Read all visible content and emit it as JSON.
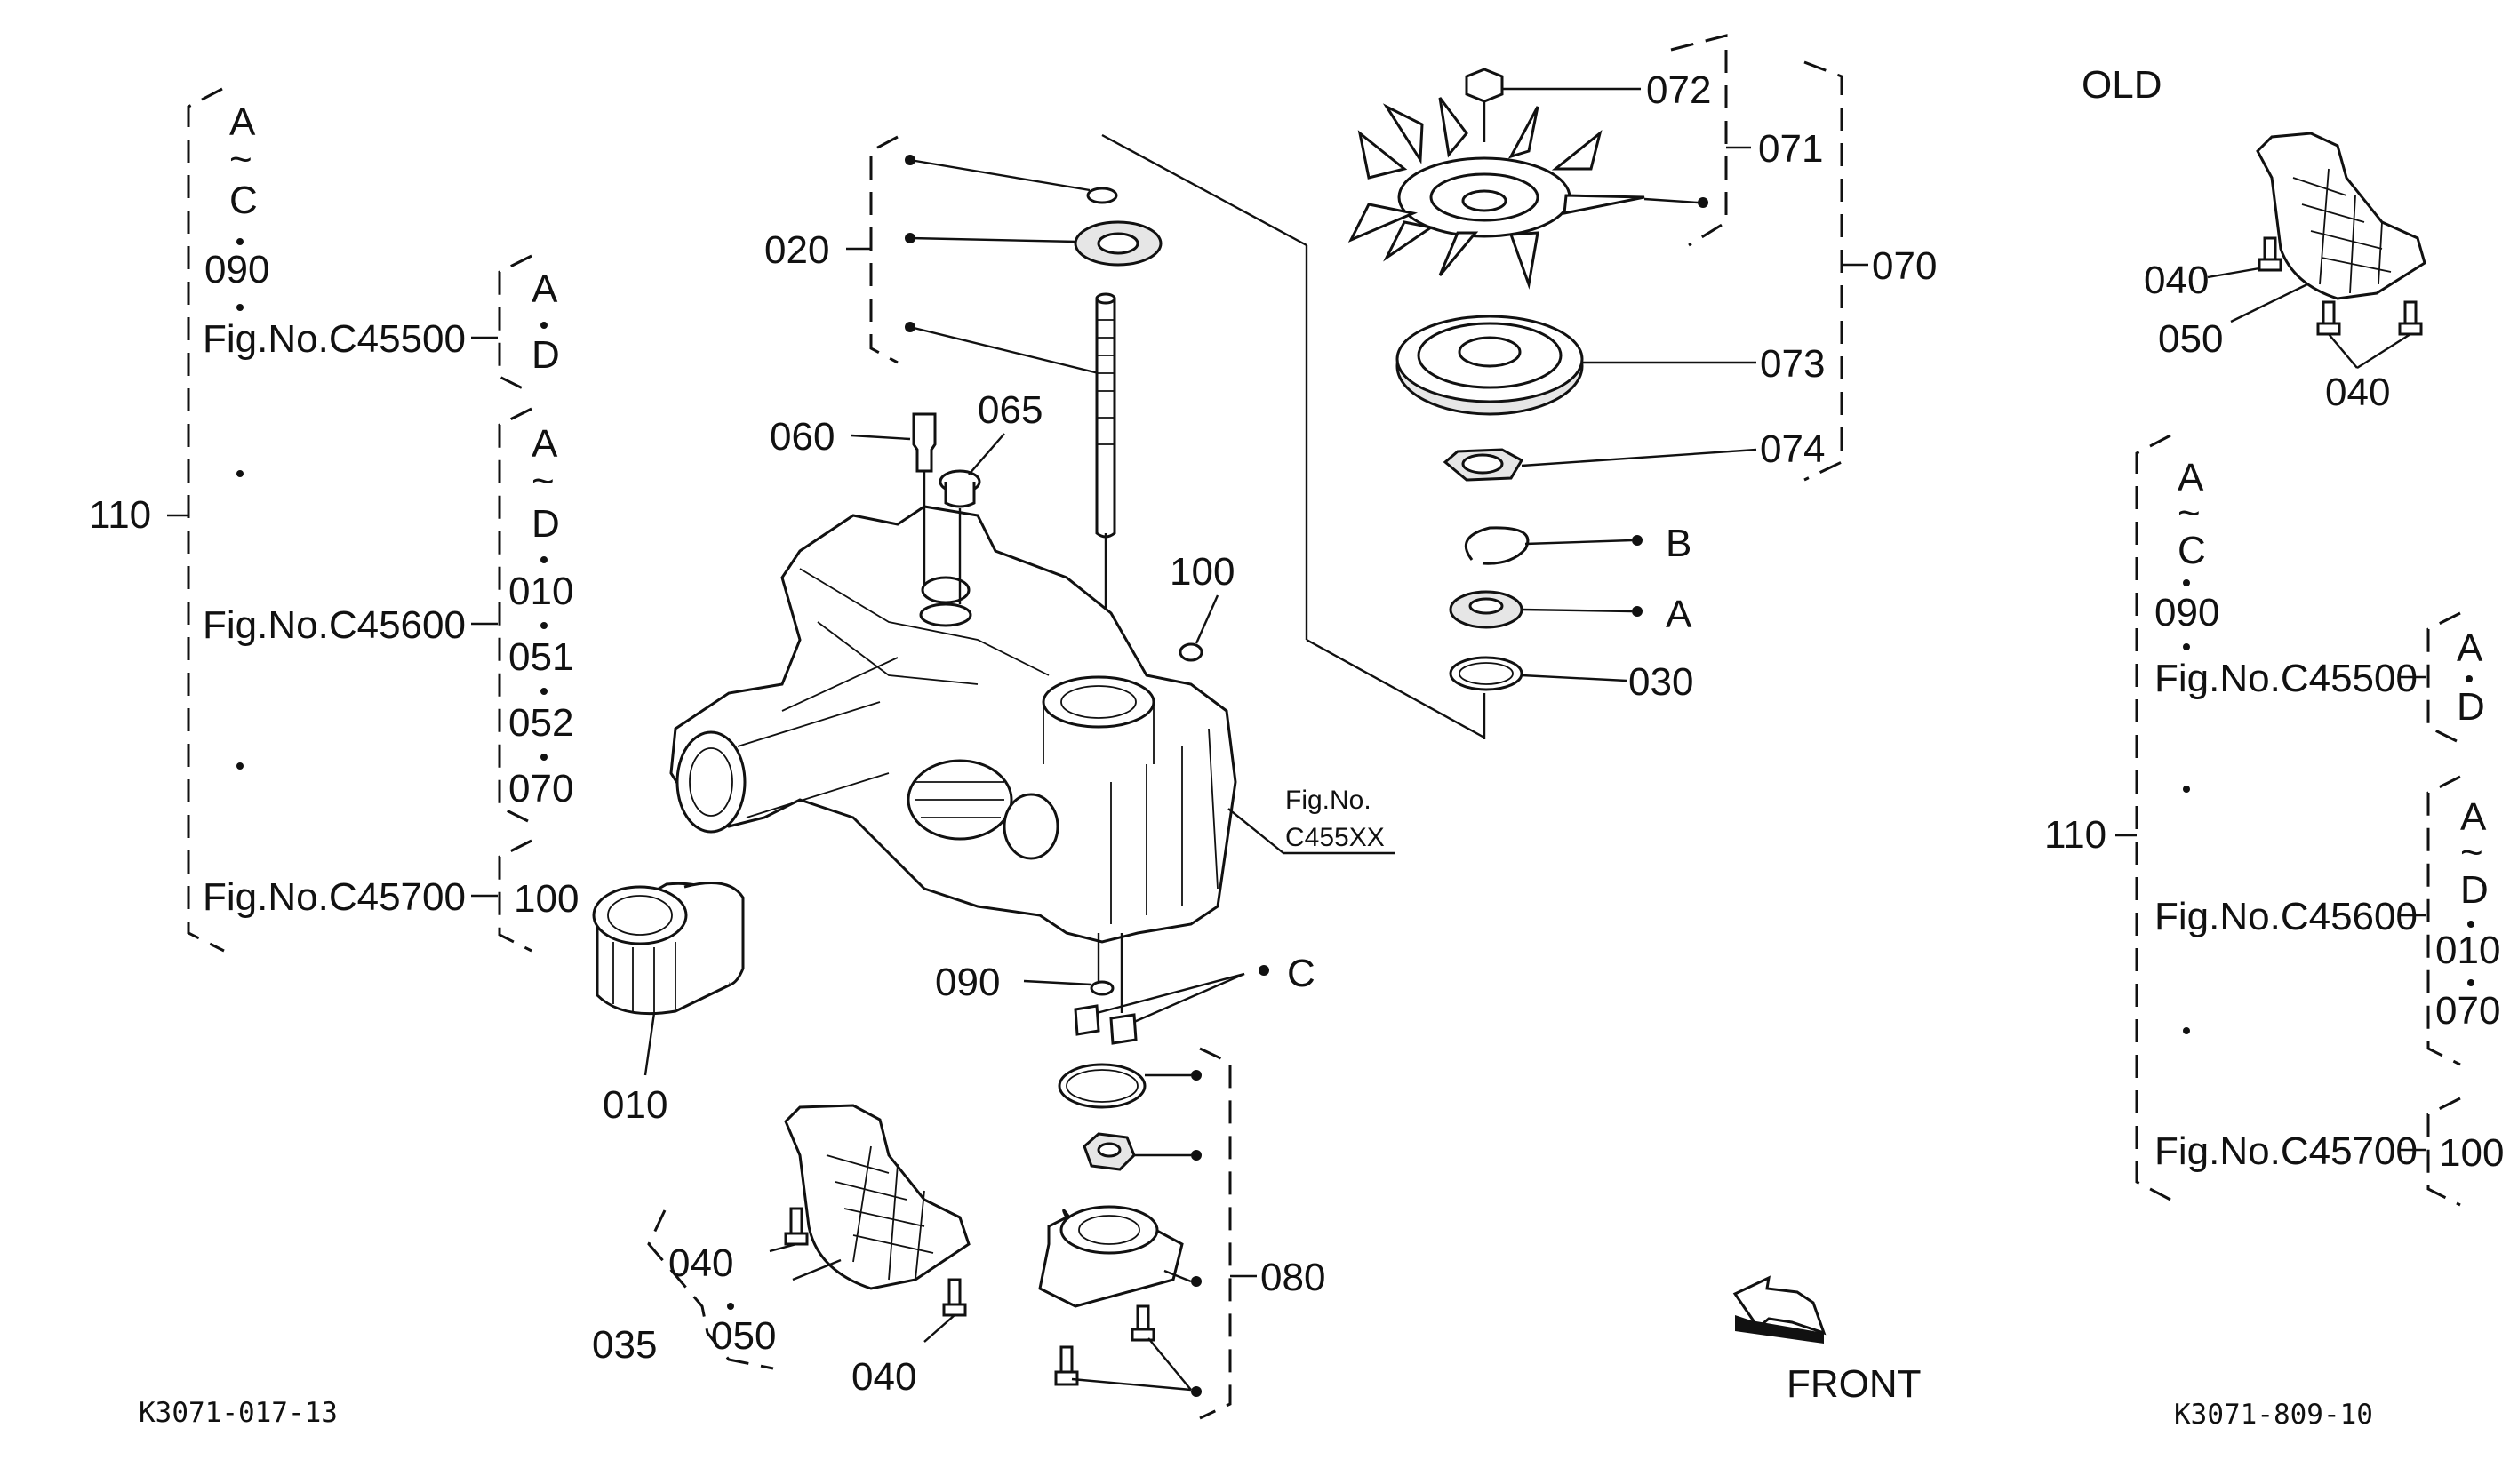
{
  "left_tree": {
    "parent": "110",
    "group1": [
      "A",
      "~",
      "C",
      "090"
    ],
    "fig1": "Fig.No.C45500",
    "fig1_sub": [
      "A",
      "D"
    ],
    "fig2": "Fig.No.C45600",
    "fig2_sub": [
      "A",
      "~",
      "D",
      "010",
      "051",
      "052",
      "070"
    ],
    "fig3": "Fig.No.C45700",
    "fig3_sub": "100"
  },
  "parts": {
    "p010": "010",
    "p020": "020",
    "p030": "030",
    "p035": "035",
    "p040a": "040",
    "p040b": "040",
    "p050": "050",
    "p060": "060",
    "p065": "065",
    "p070": "070",
    "p071": "071",
    "p072": "072",
    "p073": "073",
    "p074": "074",
    "p080": "080",
    "p090": "090",
    "p100": "100",
    "ref_a": "A",
    "ref_b": "B",
    "ref_c": "C",
    "fig_ref_line1": "Fig.No.",
    "fig_ref_line2": "C455XX"
  },
  "front_label": "FRONT",
  "code_left": "K3071-017-13",
  "code_right": "K3071-809-10",
  "old_panel": {
    "title": "OLD",
    "p040a": "040",
    "p040b": "040",
    "p050": "050",
    "parent": "110",
    "group1": [
      "A",
      "~",
      "C",
      "090"
    ],
    "fig1": "Fig.No.C45500",
    "fig1_sub": [
      "A",
      "D"
    ],
    "fig2": "Fig.No.C45600",
    "fig2_sub": [
      "A",
      "~",
      "D",
      "010",
      "070"
    ],
    "fig3": "Fig.No.C45700",
    "fig3_sub": "100"
  }
}
